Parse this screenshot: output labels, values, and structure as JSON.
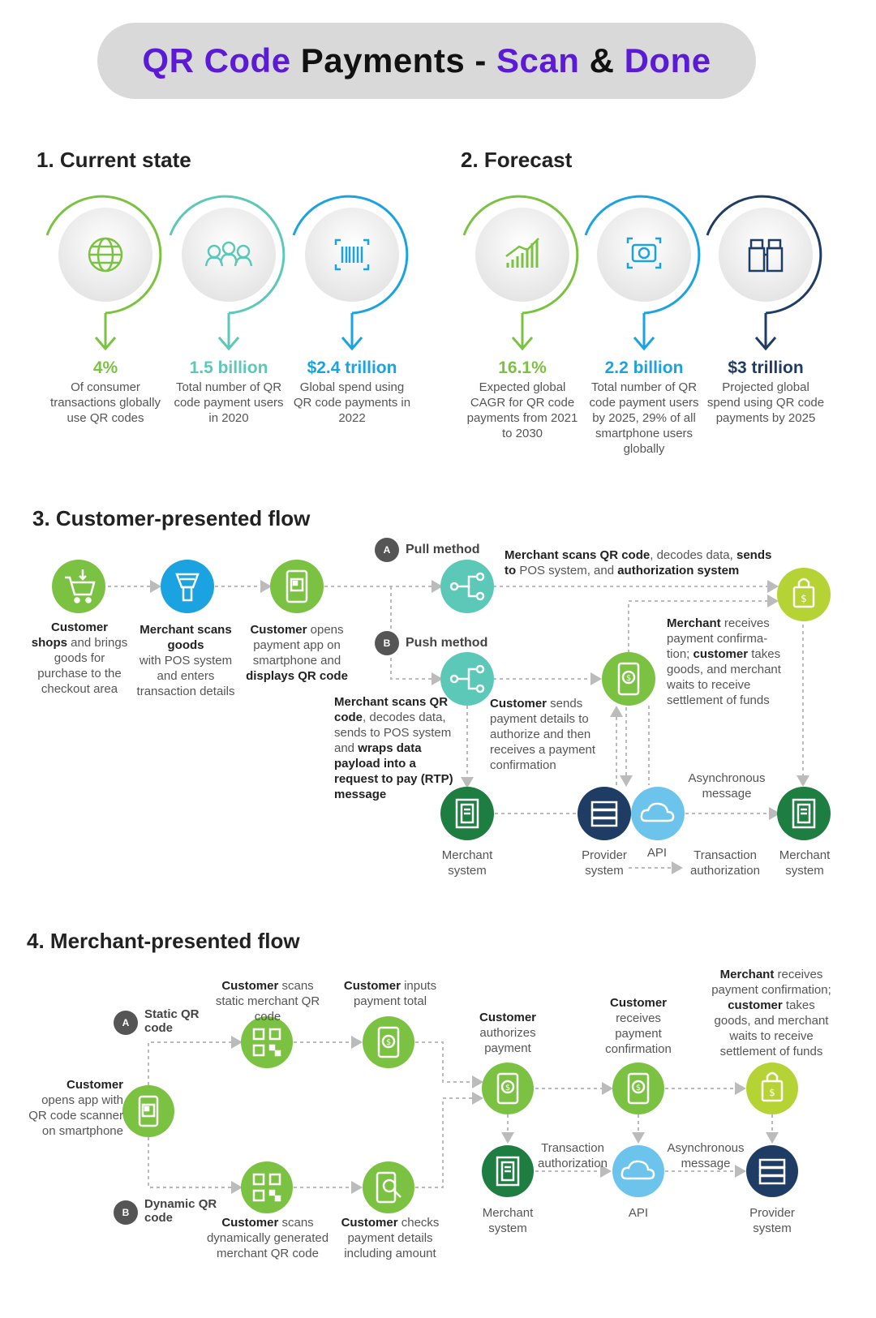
{
  "header": {
    "title_p1": "QR Code",
    "title_p2": " Payments - ",
    "title_p3": "Scan",
    "title_p4": " & ",
    "title_p5": "Done"
  },
  "colors": {
    "purple": "#5b1bd6",
    "green": "#7cc242",
    "teal": "#5cc8b8",
    "blue": "#1aa3e0",
    "dark_blue": "#1f3c64",
    "dark_green": "#1e7d40",
    "lime": "#b5d334",
    "sky": "#6cc4ec"
  },
  "current": {
    "title": "1. Current state",
    "stats": [
      {
        "icon": "globe-icon",
        "value": "4%",
        "desc": "Of consumer transactions globally use QR codes"
      },
      {
        "icon": "people-icon",
        "value": "1.5 billion",
        "desc": "Total number of QR code payment users in 2020"
      },
      {
        "icon": "barcode-icon",
        "value": "$2.4 trillion",
        "desc": "Global spend using QR code payments in 2022"
      }
    ]
  },
  "forecast": {
    "title": "2. Forecast",
    "stats": [
      {
        "icon": "growth-chart-icon",
        "value": "16.1%",
        "desc": "Expected global CAGR for QR code payments from 2021 to 2030"
      },
      {
        "icon": "camera-icon",
        "value": "2.2 billion",
        "desc": "Total number of QR code payment users by 2025, 29% of all smartphone users globally"
      },
      {
        "icon": "binoculars-icon",
        "value": "$3 trillion",
        "desc": "Projected global spend using QR code payments by 2025"
      }
    ]
  },
  "cpf": {
    "title": "3. Customer-presented flow",
    "pull_badge": "A",
    "pull_label": "Pull method",
    "push_badge": "B",
    "push_label": "Push method",
    "step1_b": "Customer",
    "step1_b2": "shops",
    "step1_t": " and brings goods for purchase to the checkout area",
    "step2_b": "Merchant scans goods",
    "step2_t": "with POS system and enters transaction details",
    "step3_b": "Customer",
    "step3_t": " opens payment app on smartphone and ",
    "step3_b2": "displays QR code",
    "pull_desc_b1": "Merchant scans QR code",
    "pull_desc_t1": ", decodes data, ",
    "pull_desc_b2": "sends",
    "pull_desc_b3": "to",
    "pull_desc_t2": " POS system, and ",
    "pull_desc_b4": "authorization system",
    "push_desc_b1": "Merchant scans QR code",
    "push_desc_t1": ", decodes data, sends to POS system and ",
    "push_desc_b2": "wraps data payload into a request to pay (RTP) message",
    "cust_send_b": "Customer",
    "cust_send_t": " sends payment details to authorize and then receives a payment confirmation",
    "merch_recv_b1": "Merchant",
    "merch_recv_t1": " receives payment confirma-tion; ",
    "merch_recv_b2": "customer",
    "merch_recv_t2": " takes goods, and merchant waits to receive settlement of funds",
    "async": "Asynchronous message",
    "merchant_system": "Merchant system",
    "provider_system": "Provider system",
    "api": "API",
    "txn_auth": "Transaction authorization",
    "merchant_system2": "Merchant system"
  },
  "mpf": {
    "title": "4. Merchant-presented flow",
    "static_badge": "A",
    "static_label": "Static QR code",
    "dynamic_badge": "B",
    "dynamic_label": "Dynamic QR code",
    "open_b": "Customer",
    "open_t": "opens app with QR code scanner on smartphone",
    "static_scan_b": "Customer",
    "static_scan_t": " scans static merchant QR code",
    "inputs_b": "Customer",
    "inputs_t": " inputs payment total",
    "dyn_scan_b": "Customer",
    "dyn_scan_t": " scans dynamically generated merchant QR code",
    "checks_b": "Customer",
    "checks_t": " checks payment details including amount",
    "auth_b": "Customer",
    "auth_t": "authorizes payment",
    "recv_b": "Customer",
    "recv_t": "receives payment confirmation",
    "merch_b1": "Merchant",
    "merch_t1": " receives payment confirmation; ",
    "merch_b2": "customer",
    "merch_t2": " takes goods, and merchant waits to receive settlement of funds",
    "txn_auth": "Transaction authorization",
    "async": "Asynchronous message",
    "merchant_system": "Merchant system",
    "api": "API",
    "provider_system": "Provider system"
  }
}
